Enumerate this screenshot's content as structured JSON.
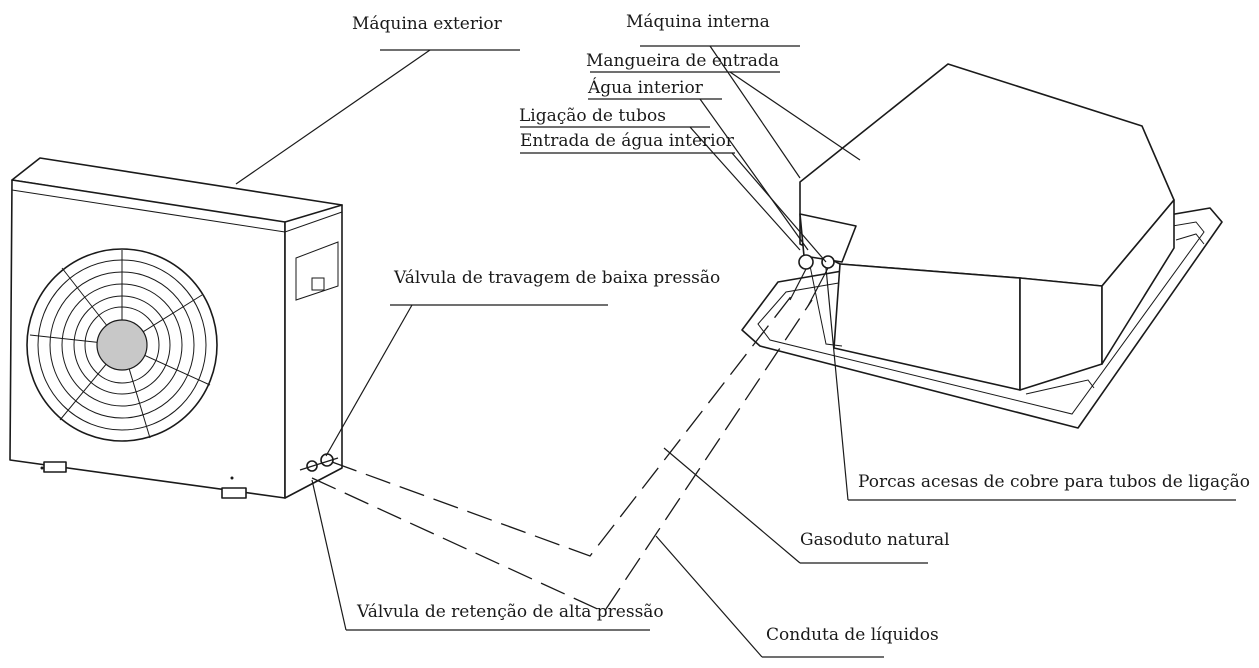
{
  "labels": {
    "outdoor_unit": "Máquina exterior",
    "indoor_unit": "Máquina interna",
    "inlet_hose": "Mangueira de entrada",
    "indoor_water": "Água interior",
    "pipe_connection": "Ligação de tubos",
    "indoor_water_inlet": "Entrada de água interior",
    "low_pressure_valve": "Válvula de travagem de baixa pressão",
    "flare_nuts": "Porcas acesas de cobre para tubos de ligação",
    "gas_pipe": "Gasoduto natural",
    "high_pressure_valve": "Válvula de retenção de alta pressão",
    "liquid_pipe": "Conduta de líquidos"
  },
  "colors": {
    "line": "#1a1a1a",
    "fan_hub": "#c8c8c8",
    "background": "#ffffff"
  }
}
